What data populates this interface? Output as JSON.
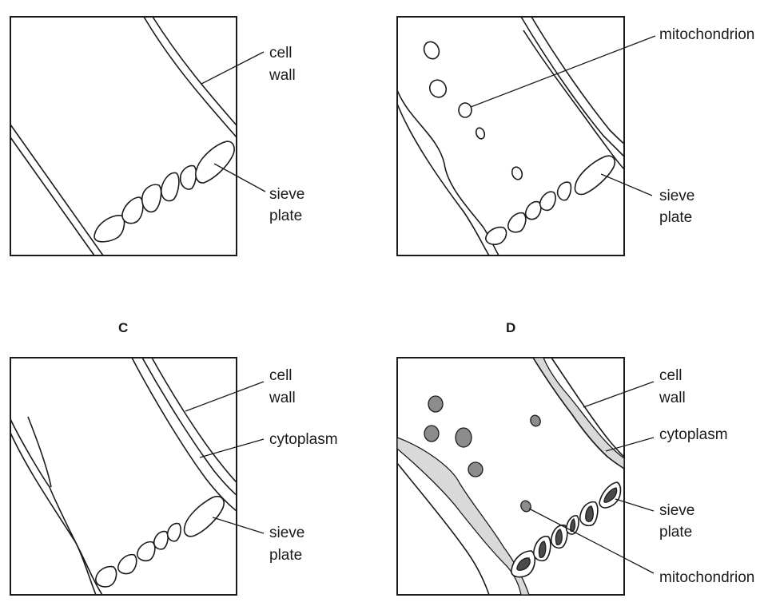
{
  "colors": {
    "line": "#1a1a1a",
    "background": "#ffffff",
    "cytoplasm_fill": "#d9d9d9",
    "mitochondrion_fill": "#8c8c8c",
    "callose_fill": "#4a4a4a"
  },
  "panels": [
    {
      "id": "A",
      "letter": "",
      "labels": [
        "cell",
        "wall",
        "sieve",
        "plate"
      ]
    },
    {
      "id": "B",
      "letter": "",
      "labels": [
        "mitochondrion",
        "sieve",
        "plate"
      ]
    },
    {
      "id": "C",
      "letter": "C",
      "labels": [
        "cell",
        "wall",
        "cytoplasm",
        "sieve",
        "plate"
      ]
    },
    {
      "id": "D",
      "letter": "D",
      "labels": [
        "cell",
        "wall",
        "cytoplasm",
        "sieve",
        "plate",
        "mitochondrion"
      ]
    }
  ]
}
